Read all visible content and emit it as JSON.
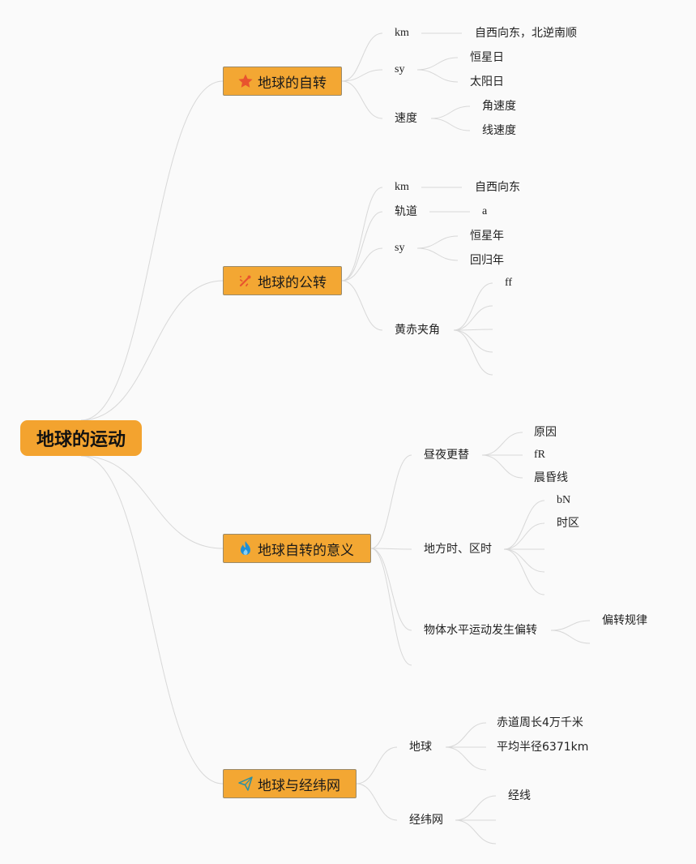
{
  "root": "地球的运动",
  "topics": {
    "rotation": {
      "title": "地球的自转",
      "icon": "star-icon",
      "km": "km",
      "km_value": "自西向东，北逆南顺",
      "sy": "sy",
      "sy_items": [
        "恒星日",
        "太阳日"
      ],
      "speed": "速度",
      "speed_items": [
        "角速度",
        "线速度"
      ]
    },
    "revolution": {
      "title": "地球的公转",
      "icon": "satellite-icon",
      "km": "km",
      "km_value": "自西向东",
      "orbit": "轨道",
      "orbit_value": "a",
      "sy": "sy",
      "sy_items": [
        "恒星年",
        "回归年"
      ],
      "obliquity": "黄赤夹角",
      "obliquity_items": [
        "ff"
      ]
    },
    "significance": {
      "title": "地球自转的意义",
      "icon": "fire-icon",
      "daynight": "昼夜更替",
      "daynight_items": [
        "原因",
        "fR",
        "晨昏线"
      ],
      "localtime": "地方时、区时",
      "localtime_items": [
        "bN",
        "时区"
      ],
      "deflection": "物体水平运动发生偏转",
      "deflection_items": [
        "偏转规律"
      ]
    },
    "grid": {
      "title": "地球与经纬网",
      "icon": "paper-plane-icon",
      "earth": "地球",
      "earth_items": [
        "赤道周长4万千米",
        "平均半径6371km"
      ],
      "graticule": "经纬网",
      "graticule_items": [
        "经线"
      ]
    }
  }
}
